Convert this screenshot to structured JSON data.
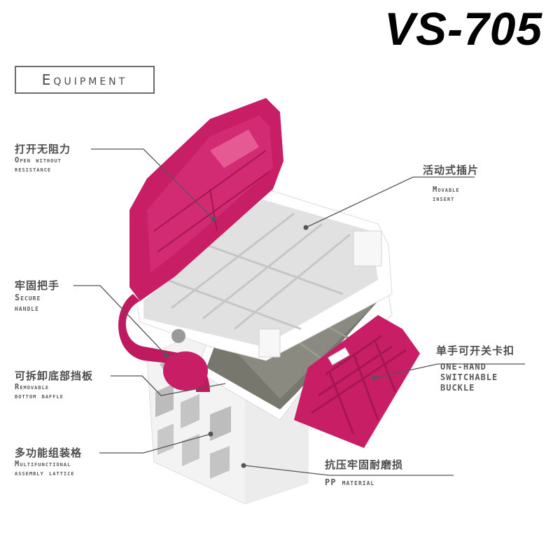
{
  "model": "VS-705",
  "section_label": "Equipment",
  "colors": {
    "accent_magenta": "#c2185b",
    "shell_white": "#f2f2f2",
    "insert_gray": "#d9d9d9",
    "interior_dark": "#6e6e66",
    "label_text": "#4d4d4d",
    "leader_line": "#555555"
  },
  "features": [
    {
      "id": "open",
      "cn": "打开无阻力",
      "en_line1": "Open without",
      "en_line2": "resistance"
    },
    {
      "id": "insert",
      "cn": "活动式插片",
      "en_line1": "Movable",
      "en_line2": "insert"
    },
    {
      "id": "handle",
      "cn": "牢固把手",
      "en_line1": "Secure",
      "en_line2": "handle"
    },
    {
      "id": "buckle",
      "cn": "单手可开关卡扣",
      "en_line1": "ONE-HAND",
      "en_line2": "SWITCHABLE",
      "en_line3": "BUCKLE"
    },
    {
      "id": "baffle",
      "cn": "可拆卸底部挡板",
      "en_line1": "Removable",
      "en_line2": "bottom baffle"
    },
    {
      "id": "lattice",
      "cn": "多功能组装格",
      "en_line1": "Multifunctional",
      "en_line2": "assembly lattice"
    },
    {
      "id": "material",
      "cn": "抗压牢固耐磨损",
      "en_line1": "PP material"
    }
  ]
}
